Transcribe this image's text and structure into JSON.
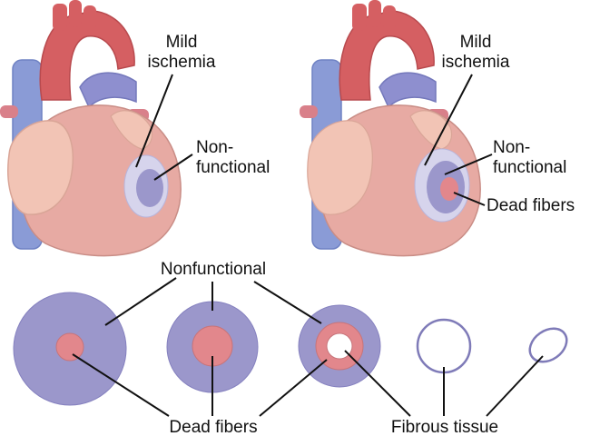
{
  "colors": {
    "vessel_blue": "#8a9bd6",
    "aorta_red": "#d55f62",
    "heart_pink": "#e7aaa3",
    "atrium_cream": "#f2c4b5",
    "ischemia_purple": "#9b97cb",
    "mild_lavender": "#d6d4ec",
    "dead_red": "#e2878c",
    "fibrous_outline": "#7f7bb8",
    "line_black": "#111111"
  },
  "heart_left": {
    "label_mild_ischemia_line1": "Mild",
    "label_mild_ischemia_line2": "ischemia",
    "label_nonfunctional_line1": "Non-",
    "label_nonfunctional_line2": "functional"
  },
  "heart_right": {
    "label_mild_ischemia_line1": "Mild",
    "label_mild_ischemia_line2": "ischemia",
    "label_nonfunctional_line1": "Non-",
    "label_nonfunctional_line2": "functional",
    "label_dead_fibers": "Dead fibers"
  },
  "bottom": {
    "label_nonfunctional": "Nonfunctional",
    "label_dead_fibers": "Dead fibers",
    "label_fibrous_tissue": "Fibrous tissue"
  }
}
